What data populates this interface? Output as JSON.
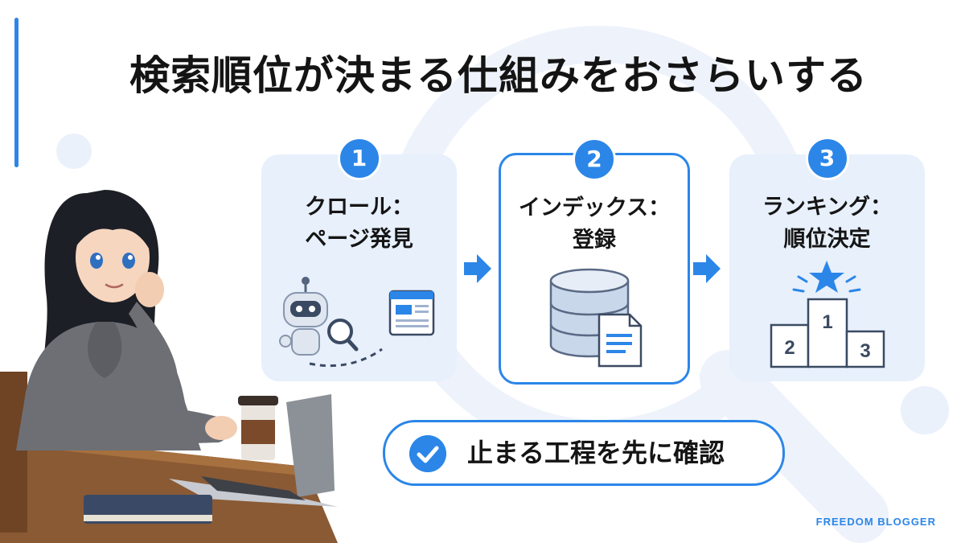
{
  "title": "検索順位が決まる仕組みをおさらいする",
  "steps": [
    {
      "number": "1",
      "label_line1": "クロール：",
      "label_line2": "ページ発見",
      "illustration": "robot-magnifier-page-icon"
    },
    {
      "number": "2",
      "label_line1": "インデックス：",
      "label_line2": "登録",
      "illustration": "database-document-icon",
      "highlighted": true
    },
    {
      "number": "3",
      "label_line1": "ランキング：",
      "label_line2": "順位決定",
      "illustration": "podium-star-icon"
    }
  ],
  "podium": {
    "first": "1",
    "second": "2",
    "third": "3"
  },
  "callout": {
    "text": "止まる工程を先に確認",
    "icon": "check-circle-icon"
  },
  "brand": "FREEDOM BLOGGER",
  "colors": {
    "accent": "#2b86e8",
    "card_bg": "#e7f0fb",
    "text": "#141414"
  }
}
